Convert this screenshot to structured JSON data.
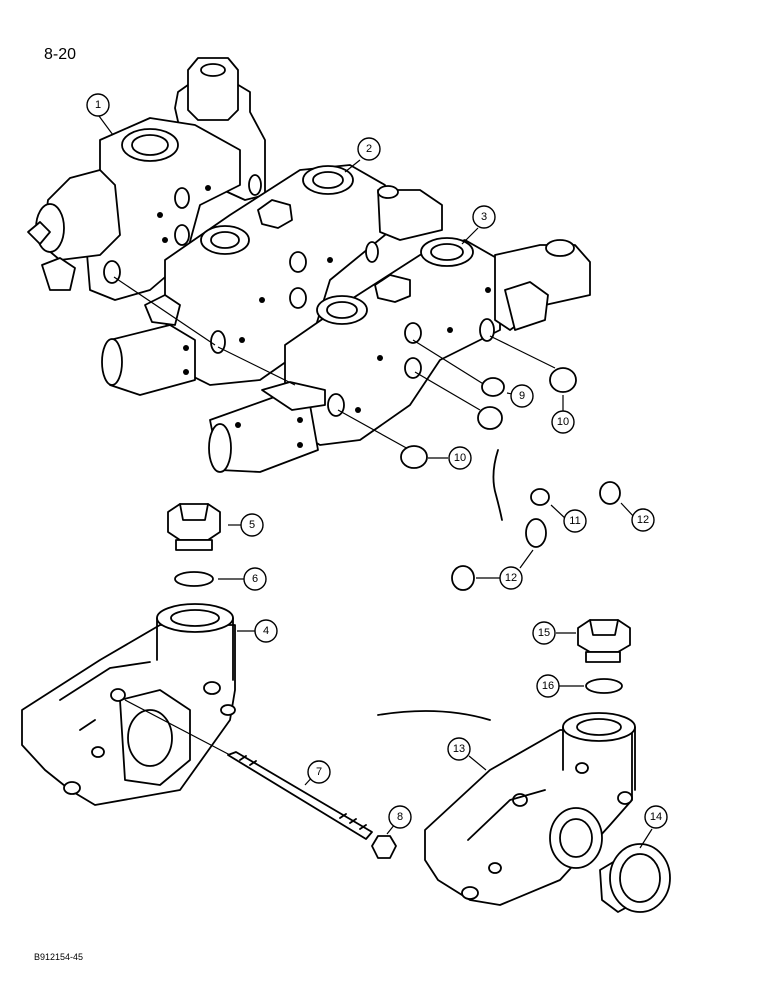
{
  "page_number": "8-20",
  "figure_code": "B912154-45",
  "callouts": [
    "1",
    "2",
    "3",
    "4",
    "5",
    "6",
    "7",
    "8",
    "9",
    "10",
    "10",
    "11",
    "12",
    "12",
    "13",
    "14",
    "15",
    "16"
  ]
}
